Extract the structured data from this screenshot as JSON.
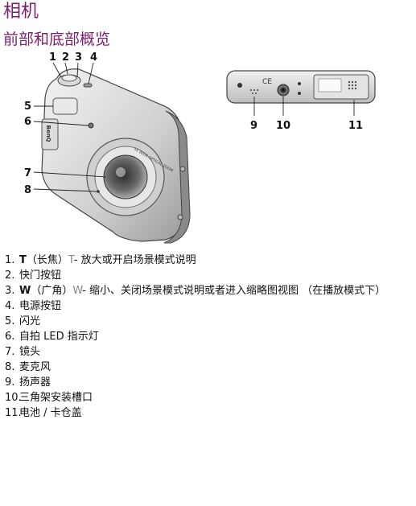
{
  "page": {
    "title": "相机",
    "subtitle": "前部和底部概览"
  },
  "callouts": {
    "c1": "1",
    "c2": "2",
    "c3": "3",
    "c4": "4",
    "c5": "5",
    "c6": "6",
    "c7": "7",
    "c8": "8",
    "c9": "9",
    "c10": "10",
    "c11": "11"
  },
  "camera_marks": {
    "brand": "BenQ",
    "lens_ring": "5X WIDE OPTICAL ZOOM",
    "ce_mark": "CE"
  },
  "features": [
    {
      "num": "1.",
      "key": "T",
      "pre": "（长焦）",
      "glyph": "T",
      "desc": "- 放大或开启场景模式说明"
    },
    {
      "num": "2.",
      "text": "快门按钮"
    },
    {
      "num": "3.",
      "key": "W",
      "pre": "（广角）",
      "glyph": "W",
      "desc": "- 缩小、关闭场景模式说明或者进入缩略图视图 （在播放模式下）"
    },
    {
      "num": "4.",
      "text": "电源按钮"
    },
    {
      "num": "5.",
      "text": "闪光"
    },
    {
      "num": "6.",
      "text": "自拍 LED 指示灯"
    },
    {
      "num": "7.",
      "text": "镜头"
    },
    {
      "num": "8.",
      "text": "麦克风"
    },
    {
      "num": "9.",
      "text": "扬声器"
    },
    {
      "num": "10.",
      "text": "三角架安装槽口"
    },
    {
      "num": "11.",
      "text": "电池 / 卡仓盖"
    }
  ]
}
